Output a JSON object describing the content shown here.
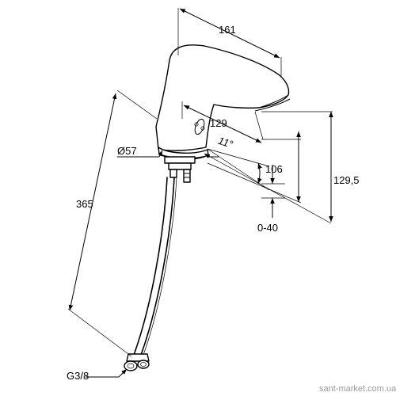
{
  "dimensions": {
    "spout_length": "161",
    "spout_reach": "129",
    "angle": "11°",
    "body_diameter": "Ø57",
    "spout_height": "106",
    "total_height": "129,5",
    "adjustment_range": "0-40",
    "hose_length": "365",
    "thread_size": "G3/8"
  },
  "watermark": "sant-market.com.ua"
}
